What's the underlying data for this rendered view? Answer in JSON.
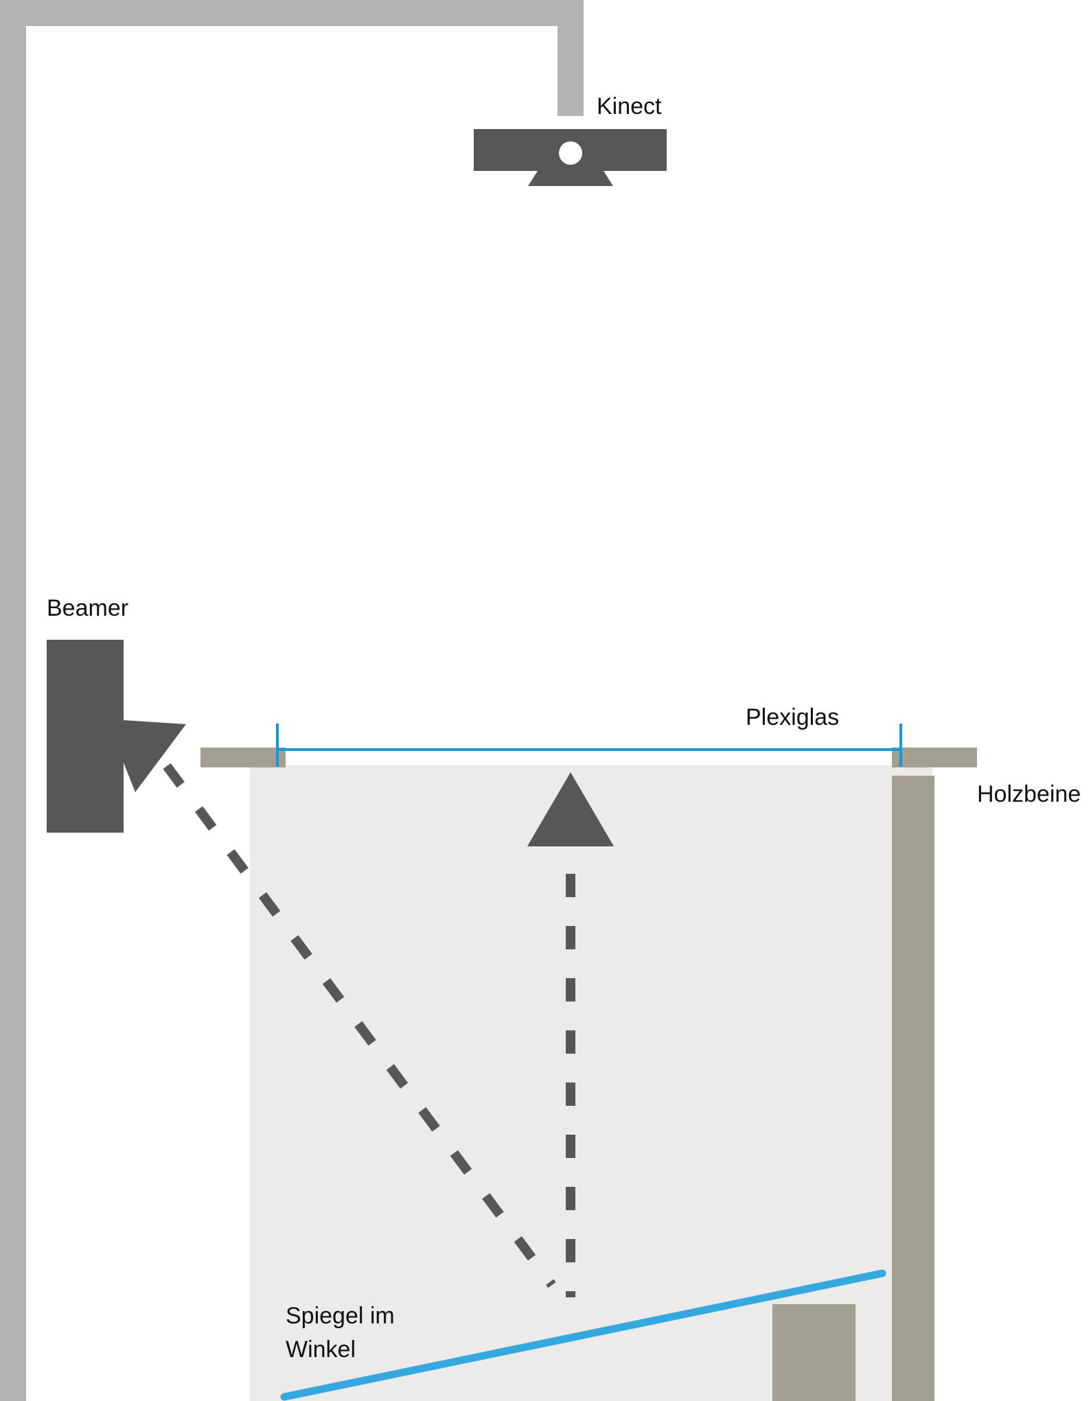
{
  "labels": {
    "kinect": "Kinect",
    "beamer": "Beamer",
    "plexiglas": "Plexiglas",
    "holzbeine": "Holzbeine",
    "spiegel_line1": "Spiegel im",
    "spiegel_line2": "Winkel"
  },
  "colors": {
    "frame": "#b3b3b3",
    "device": "#575756",
    "box_fill": "#ecebea",
    "wood": "#a39f93",
    "glass": "#1b97d4",
    "mirror": "#35a8e0",
    "dashes": "#575756"
  }
}
